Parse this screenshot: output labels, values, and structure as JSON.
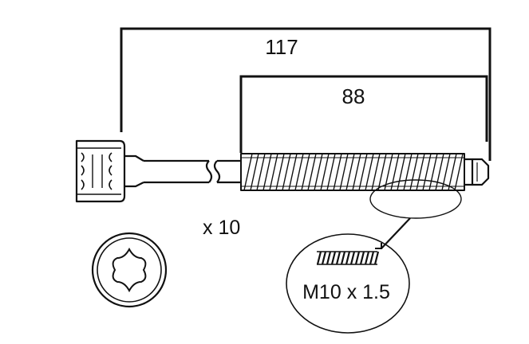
{
  "dimensions": {
    "overall_length": "117",
    "thread_length": "88"
  },
  "quantity": "x 10",
  "thread_spec": "M10 x 1.5",
  "icons": {
    "bolt": "bolt-icon",
    "torx_head": "torx-head-icon",
    "thread_detail": "thread-detail-icon"
  },
  "colors": {
    "line": "#111111",
    "background": "#ffffff"
  }
}
